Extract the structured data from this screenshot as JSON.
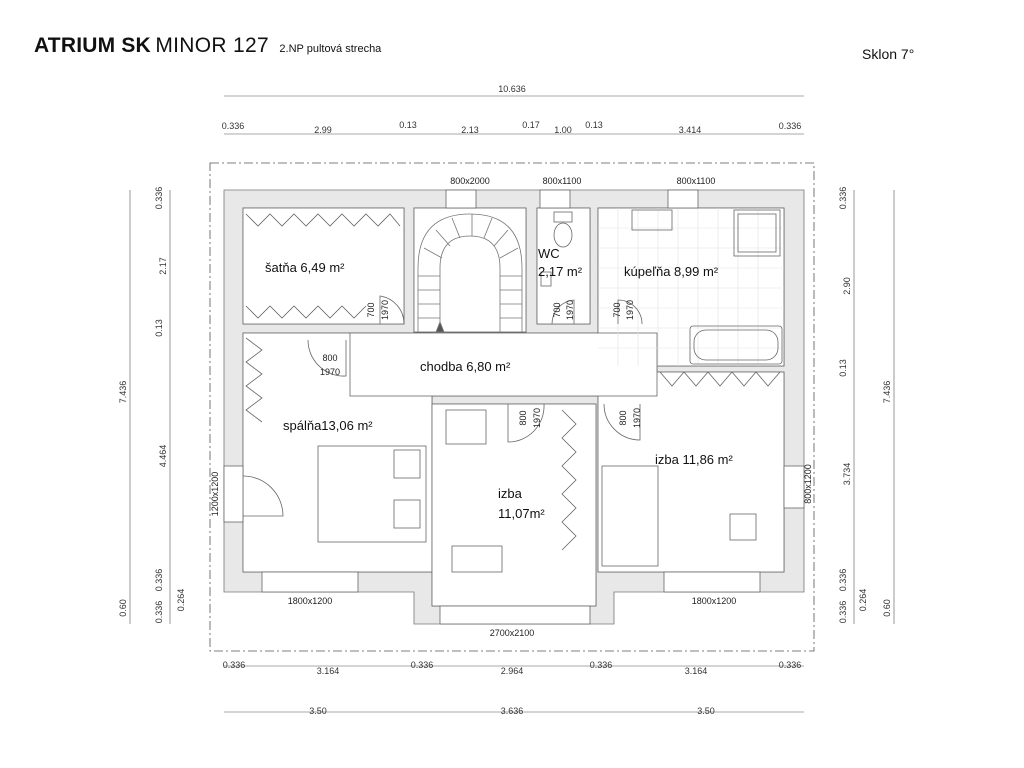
{
  "title": {
    "brand": "ATRIUM SK",
    "model": "MINOR 127",
    "subtitle": "2.NP pultová strecha",
    "slope": "Sklon 7°"
  },
  "rooms": {
    "satna": "šatňa 6,49 m²",
    "wc_1": "WC",
    "wc_2": "2,17 m²",
    "kupelna": "kúpeľňa 8,99 m²",
    "chodba": "chodba 6,80 m²",
    "spalna": "spálňa13,06 m²",
    "izba_mid_1": "izba",
    "izba_mid_2": "11,07m²",
    "izba_right": "izba 11,86 m²"
  },
  "openings": {
    "roof_stair": "800x2000",
    "roof_wc": "800x1100",
    "roof_bath": "800x1100",
    "win_left": "1200x1200",
    "win_right": "800x1200",
    "win_spalna": "1800x1200",
    "win_izba_mid": "2700x2100",
    "win_izba_right": "1800x1200",
    "door_satna": [
      "700",
      "1970"
    ],
    "door_wc": [
      "700",
      "1970"
    ],
    "door_kupelna": [
      "700",
      "1970"
    ],
    "door_spalna": [
      "800",
      "1970"
    ],
    "door_izba_mid": [
      "800",
      "1970"
    ],
    "door_izba_right": [
      "800",
      "1970"
    ]
  },
  "dims": {
    "top_total": "10.636",
    "top_segments": [
      "0.336",
      "2.99",
      "0.13",
      "2.13",
      "0.17",
      "1.00",
      "0.13",
      "3.414",
      "0.336"
    ],
    "bottom_segments": [
      "0.336",
      "3.164",
      "0.336",
      "2.964",
      "0.336",
      "3.164",
      "0.336"
    ],
    "bottom_totals": [
      "3.50",
      "3.636",
      "3.50"
    ],
    "left_total": "7.436",
    "left_segments": [
      "0.336",
      "2.17",
      "0.13",
      "4.464",
      "0.336",
      "0.264",
      "0.336"
    ],
    "left_outer": "0.60",
    "right_total": "7.436",
    "right_segments": [
      "0.336",
      "2.90",
      "0.13",
      "3.734",
      "0.336",
      "0.264",
      "0.336"
    ],
    "right_outer": "0.60"
  }
}
